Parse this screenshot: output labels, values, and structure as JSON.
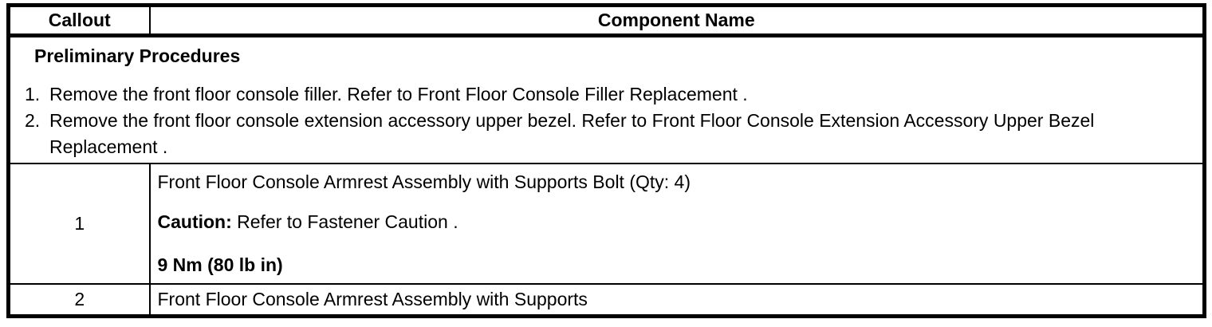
{
  "header": {
    "callout": "Callout",
    "component_name": "Component Name"
  },
  "preliminary": {
    "title": "Preliminary Procedures",
    "steps": [
      {
        "number": "1.",
        "text": "Remove the front floor console filler. Refer to ",
        "link": "Front Floor Console Filler Replacement",
        "suffix": " ."
      },
      {
        "number": "2.",
        "text": "Remove the front floor console extension accessory upper bezel. Refer to ",
        "link": "Front Floor Console Extension Accessory Upper Bezel Replacement",
        "suffix": " ."
      }
    ]
  },
  "rows": [
    {
      "callout": "1",
      "component": "Front Floor Console Armrest Assembly with Supports Bolt (Qty: 4)",
      "caution": {
        "label": "Caution:",
        "text": " Refer to ",
        "link": "Fastener Caution",
        "suffix": " ."
      },
      "torque": "9 Nm (80 lb in)"
    },
    {
      "callout": "2",
      "component": "Front Floor Console Armrest Assembly with Supports"
    }
  ],
  "colors": {
    "border": "#000000",
    "text": "#000000",
    "background": "#ffffff"
  }
}
